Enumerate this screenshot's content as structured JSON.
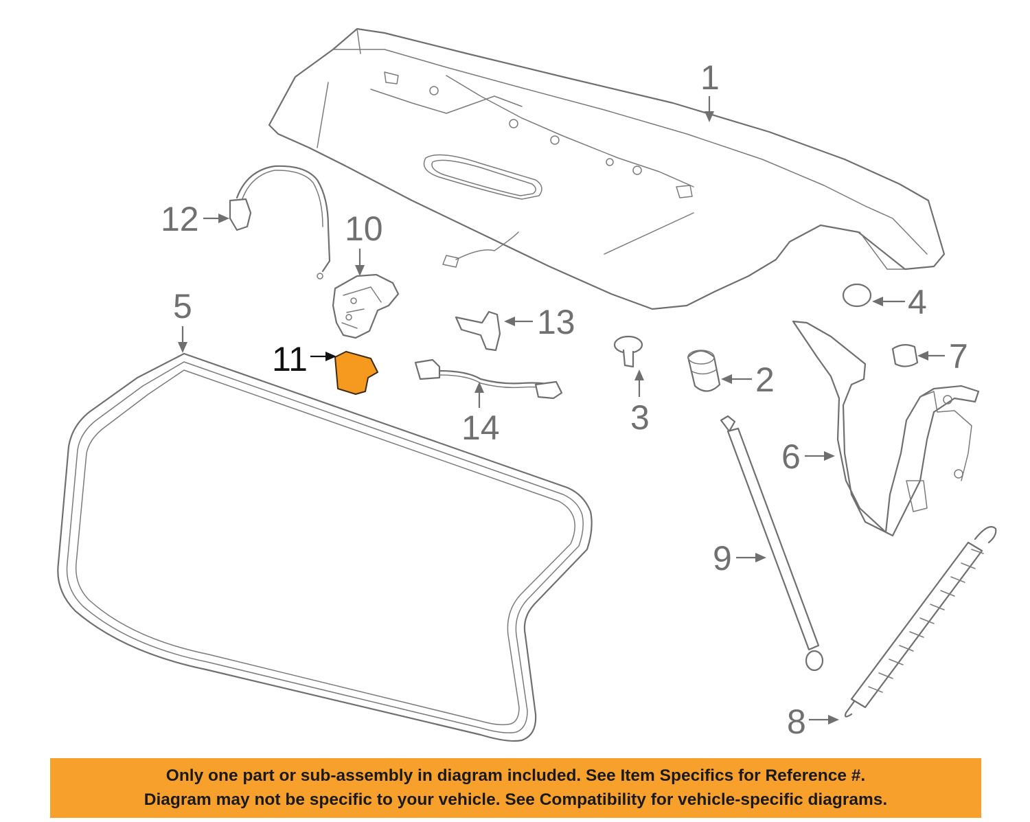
{
  "callouts": {
    "c1": "1",
    "c2": "2",
    "c3": "3",
    "c4": "4",
    "c5": "5",
    "c6": "6",
    "c7": "7",
    "c8": "8",
    "c9": "9",
    "c10": "10",
    "c11": "11",
    "c12": "12",
    "c13": "13",
    "c14": "14"
  },
  "highlighted_part": "11",
  "colors": {
    "highlight": "#f59a1f",
    "banner": "#f7a02c",
    "line": "#6f6f6f"
  },
  "notice": {
    "line1": "Only one part or sub-assembly in diagram included. See Item Specifics for Reference #.",
    "line2": "Diagram may not be specific to your vehicle. See Compatibility for vehicle-specific diagrams."
  }
}
